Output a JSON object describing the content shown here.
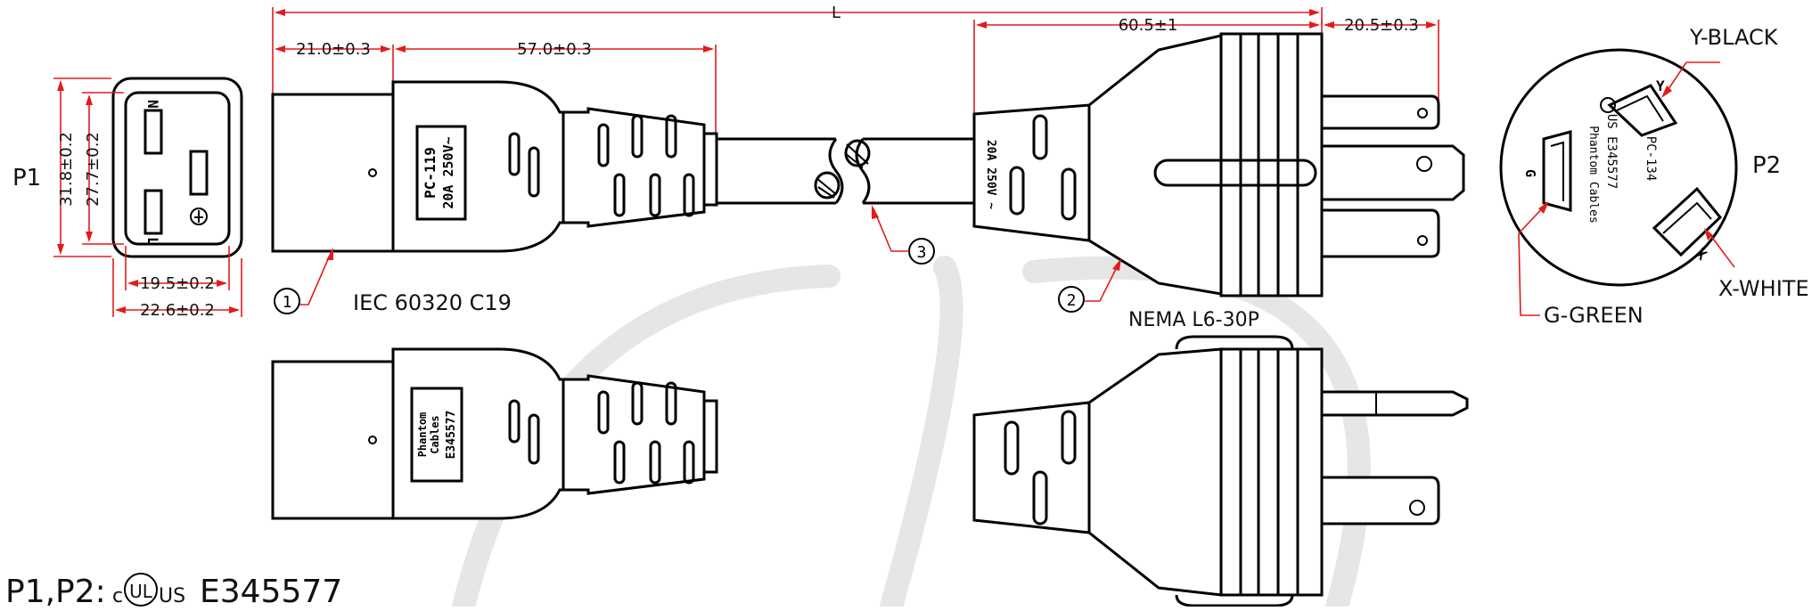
{
  "labels": {
    "p1": "P1",
    "p2": "P2",
    "dim_overall": "L",
    "dim_c19_face": "21.0±0.3",
    "dim_c19_body": "57.0±0.3",
    "dim_plug_body": "60.5±1",
    "dim_plug_pins": "20.5±0.3",
    "dim_h_outer": "31.8±0.2",
    "dim_h_inner": "27.7±0.2",
    "dim_w_inner": "19.5±0.2",
    "dim_w_outer": "22.6±0.2",
    "callout_1": "1",
    "callout_2": "2",
    "callout_3": "3",
    "iec_label": "IEC 60320 C19",
    "nema_label": "NEMA L6-30P",
    "y_black": "Y-BLACK",
    "x_white": "X-WHITE",
    "g_green": "G-GREEN",
    "face_n": "N",
    "face_l": "L",
    "face_y": "Y",
    "face_x": "X",
    "face_g": "G",
    "c19_mold_model": "PC-119",
    "c19_mold_rating": "20A 250V~",
    "plug_mold_rating": "20A 250V ~",
    "c19_bottom_brand1": "Phantom",
    "c19_bottom_brand2": "Cables",
    "c19_bottom_cert": "E345577",
    "p2_face_model": "PC-134",
    "p2_face_cert": "US E345577",
    "p2_face_brand": "Phantom Cables",
    "footer_prefix": "P1,P2:",
    "footer_c": "c",
    "footer_ul": "UL",
    "footer_us": "US",
    "footer_cert": "E345577"
  },
  "colors": {
    "dimension": "#e21b1b",
    "line": "#000000",
    "watermark": "#e6e6e6"
  }
}
